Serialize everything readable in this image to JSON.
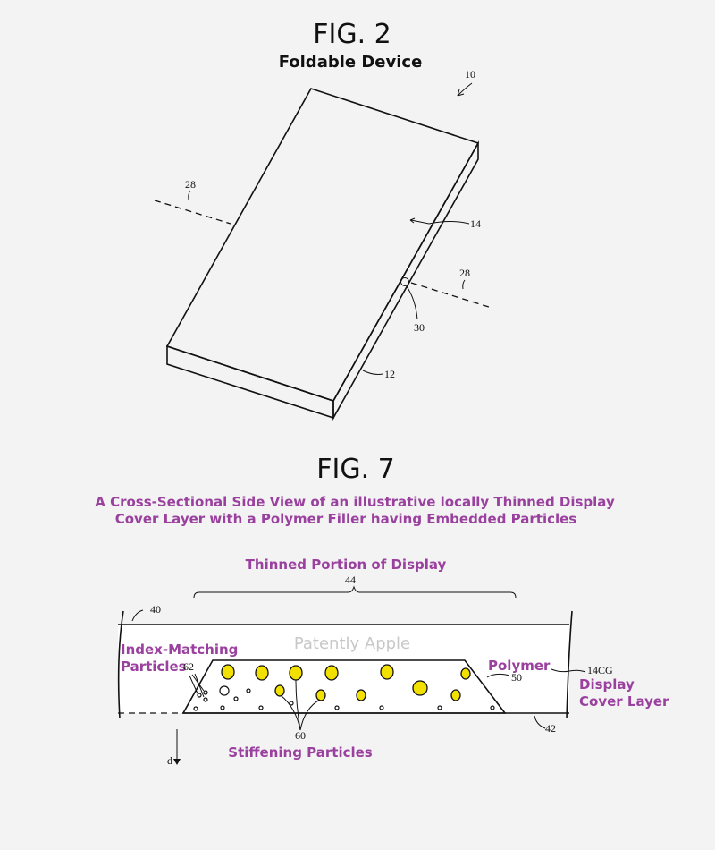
{
  "fig2": {
    "title": "FIG. 2",
    "subtitle": "Foldable Device",
    "refs": {
      "device": "10",
      "fold_axis_left": "28",
      "fold_axis_right": "28",
      "display": "14",
      "hinge_point": "30",
      "housing": "12"
    }
  },
  "fig7": {
    "title": "FIG. 7",
    "caption_line1": "A Cross-Sectional Side View of an illustrative locally Thinned Display",
    "caption_line2": "Cover Layer with a Polymer Filler having Embedded Particles",
    "thinned_label": "Thinned Portion of Display",
    "watermark": "Patently Apple",
    "index_label_line1": "Index-Matching",
    "index_label_line2": "Particles",
    "polymer_label": "Polymer",
    "cover_label_line1": "Display",
    "cover_label_line2": "Cover Layer",
    "stiffening_label": "Stiffening Particles",
    "refs": {
      "thinned": "44",
      "top_surface": "40",
      "index_particles": "62",
      "polymer": "50",
      "cover_layer": "14CG",
      "bottom_surface": "42",
      "stiffening": "60",
      "depth": "d"
    }
  },
  "colors": {
    "annotation": "#9a409e",
    "particle": "#f2e100",
    "polymer_fill": "#e4f1f6"
  }
}
